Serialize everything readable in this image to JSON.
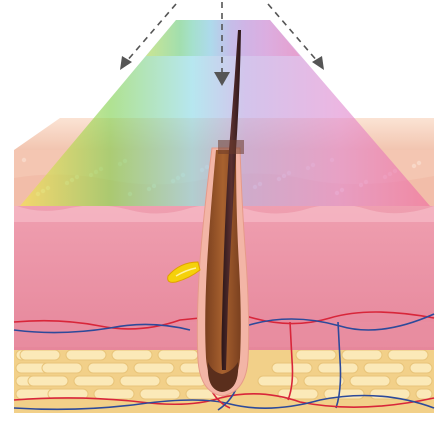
{
  "figure": {
    "subject": "skin-cross-section-hair-follicle-light-therapy",
    "layers": [
      "epidermis",
      "dermis",
      "subcutaneous-fat"
    ],
    "colors": {
      "background": "#ffffff",
      "epidermis_top": "#f8d9c8",
      "epidermis_front": "#f4c2ae",
      "dermis": "#ea93a3",
      "dermis_light": "#f3b4c0",
      "fat_base": "#f4d58c",
      "fat_cell": "#fbe9b8",
      "vessel_red": "#d8263a",
      "vessel_blue": "#2d4a9a",
      "hair_shaft": "#3a1f22",
      "follicle_inner": "#8a4b26",
      "follicle_outer": "#f0b3a8",
      "gland": "#f5d10a",
      "arrow": "#555555"
    },
    "spectrum": [
      "#f5e64a",
      "#7fd04e",
      "#8ad8e6",
      "#b9a0e0",
      "#e08ad0",
      "#f06aa0"
    ],
    "arrows": [
      "arrow-left",
      "arrow-center",
      "arrow-right"
    ]
  }
}
